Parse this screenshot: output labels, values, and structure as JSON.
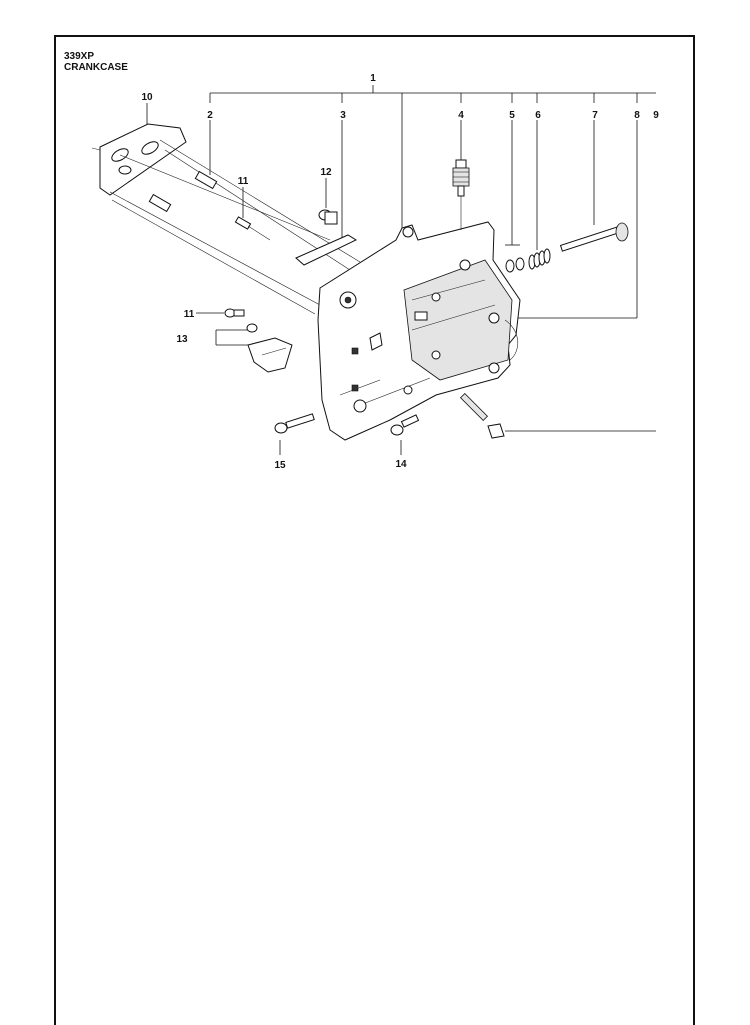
{
  "header": {
    "model": "339XP",
    "section": "CRANKCASE"
  },
  "callouts": [
    "1",
    "2",
    "3",
    "4",
    "5",
    "6",
    "7",
    "8",
    "9",
    "10",
    "11",
    "12",
    "11",
    "13",
    "15",
    "14"
  ]
}
